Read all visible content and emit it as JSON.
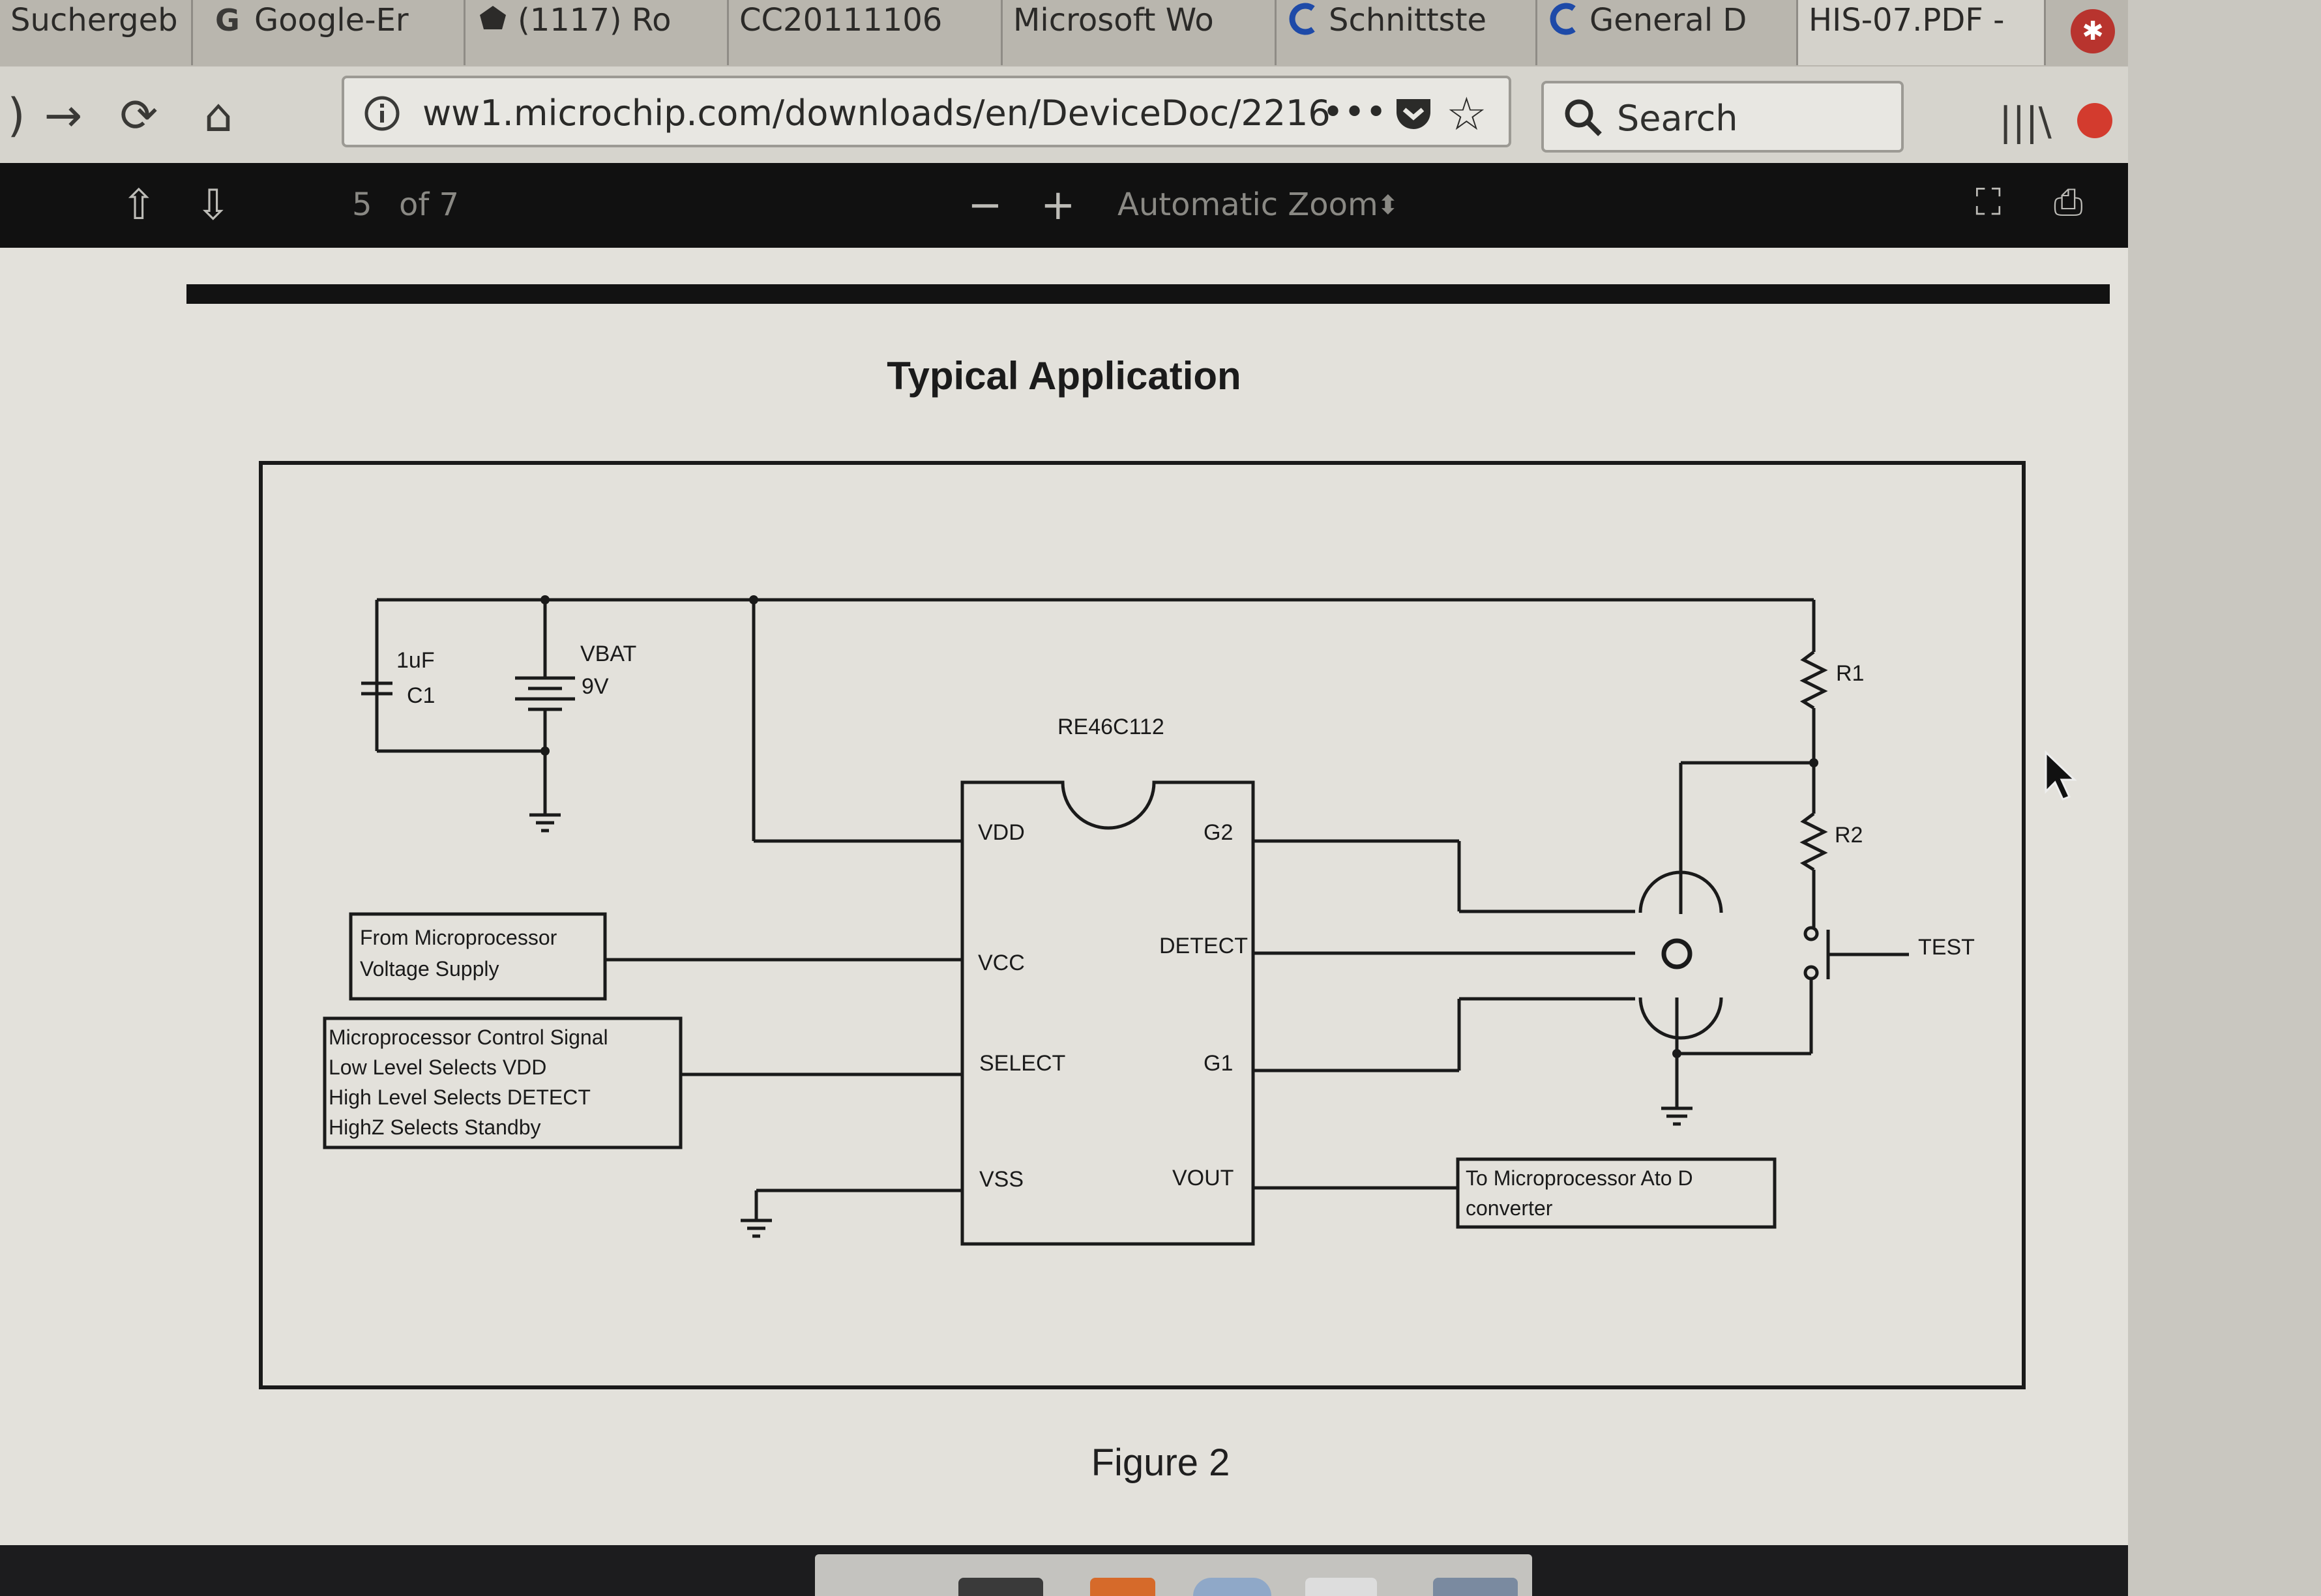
{
  "browser": {
    "tabs": [
      {
        "label": "Suchergeb"
      },
      {
        "label": "Google-Er"
      },
      {
        "label": "(1117) Ro"
      },
      {
        "label": "CC20111106"
      },
      {
        "label": "Microsoft Wo"
      },
      {
        "label": "Schnittste"
      },
      {
        "label": "General D"
      },
      {
        "label": "HIS-07.PDF -"
      }
    ],
    "url": "ww1.microchip.com/downloads/en/DeviceDoc/2216",
    "search_placeholder": "Search"
  },
  "pdf_toolbar": {
    "page_number": "5",
    "page_count": "of 7",
    "zoom_label": "Automatic Zoom"
  },
  "document": {
    "title": "Typical Application",
    "caption": "Figure 2",
    "schematic": {
      "cap_value": "1uF",
      "cap_name": "C1",
      "battery_name": "VBAT",
      "battery_value": "9V",
      "ic_name": "RE46C112",
      "pins_left": [
        "VDD",
        "VCC",
        "SELECT",
        "VSS"
      ],
      "pins_right": [
        "G2",
        "DETECT",
        "G1",
        "VOUT"
      ],
      "r1": "R1",
      "r2": "R2",
      "test": "TEST",
      "box_supply": [
        "From Microprocessor",
        "Voltage Supply"
      ],
      "box_control": [
        "Microprocessor Control Signal",
        "Low Level Selects VDD",
        "High Level Selects DETECT",
        "HighZ Selects Standby"
      ],
      "box_adc": [
        "To Microprocessor Ato D",
        "converter"
      ]
    }
  }
}
